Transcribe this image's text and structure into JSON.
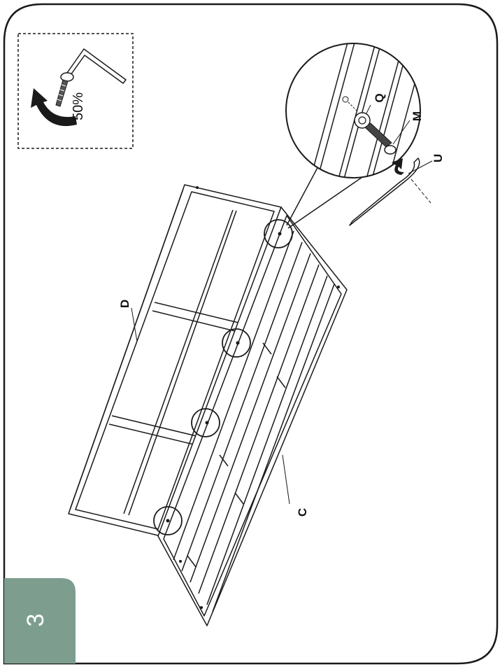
{
  "step_number": "3",
  "tool_hint": {
    "percent": "50%",
    "direction": "rotate-counterclockwise"
  },
  "parts": {
    "backrest_frame": "D",
    "seat_frame": "C",
    "washer": "Q",
    "bolt": "M",
    "hex_key": "U"
  },
  "connection_points": 4,
  "icons": [
    "allen-key-icon",
    "bolt-icon",
    "rotate-arrow-icon"
  ],
  "colors": {
    "step_tab": "#7d9e8f",
    "line": "#1a1a1a"
  }
}
